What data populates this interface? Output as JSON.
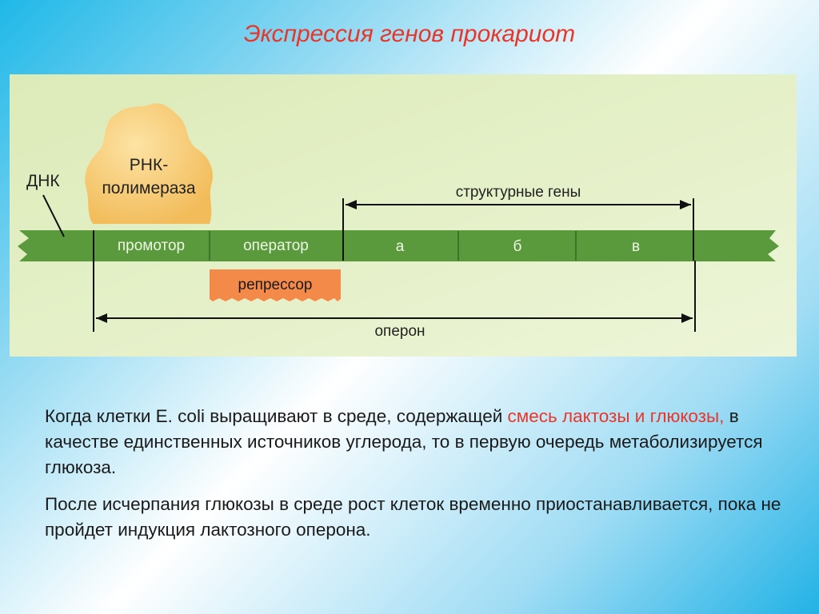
{
  "title": "Экспрессия генов прокариот",
  "diagram": {
    "dna_label": "ДНК",
    "rna_polymerase_line1": "РНК-",
    "rna_polymerase_line2": "полимераза",
    "promoter": "промотор",
    "operator": "оператор",
    "gene_a": "а",
    "gene_b": "б",
    "gene_c": "в",
    "repressor": "репрессор",
    "structural_genes": "структурные гены",
    "operon": "оперон"
  },
  "paragraph1": {
    "part1": "Когда клетки E. coli выращивают в среде, содержащей ",
    "highlight": "смесь лактозы и глюкозы,",
    "part2": " в качестве единственных источников углерода, то в первую очередь метаболизируется глюкоза."
  },
  "paragraph2": "После исчерпания глюкозы в среде рост клеток временно приостанавливается, пока не пройдет индукция лактозного оперона.",
  "colors": {
    "title": "#e8362a",
    "highlight": "#e8362a",
    "panel": "#e4f0c8",
    "dna": "#5a9a3c",
    "polymerase": "#f6cd74",
    "repressor": "#f48a4a"
  }
}
